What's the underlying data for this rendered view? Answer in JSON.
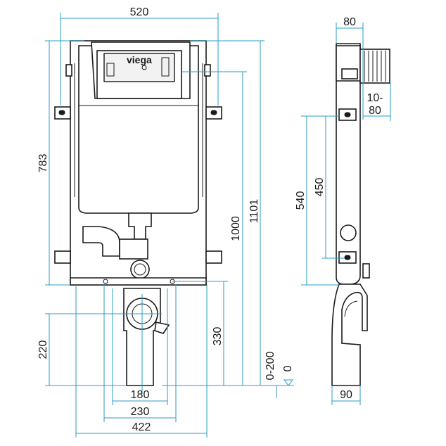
{
  "brand": {
    "logo_text": "viega"
  },
  "dimensions": {
    "front_width_top": "520",
    "front_height_left": "783",
    "total_height": "1101",
    "frame_height": "1000",
    "outlet_height": "330",
    "foot_height": "220",
    "bottom_180": "180",
    "bottom_230": "230",
    "bottom_422": "422",
    "floor_range": "0-200",
    "floor_zero": "0",
    "side_depth_top": "80",
    "side_range": "10-\n80",
    "side_range_line1": "10-",
    "side_range_line2": "80",
    "side_540": "540",
    "side_450": "450",
    "side_depth_bottom": "90"
  },
  "colors": {
    "dimension_line": "#2b9bc4",
    "drawing": "#1a1a1a"
  }
}
